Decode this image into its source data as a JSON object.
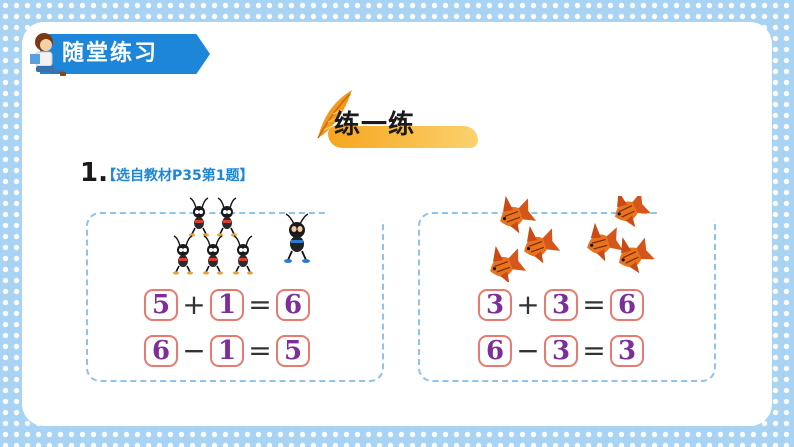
{
  "header": {
    "title": "随堂练习"
  },
  "section": {
    "heading": "练一练"
  },
  "question": {
    "number": "1.",
    "source": "【选自教材P35第1题】"
  },
  "panels": [
    {
      "picture": "ants",
      "equations": [
        {
          "a": "5",
          "op": "+",
          "b": "1",
          "eq": "=",
          "c": "6"
        },
        {
          "a": "6",
          "op": "−",
          "b": "1",
          "eq": "=",
          "c": "5"
        }
      ]
    },
    {
      "picture": "fish",
      "equations": [
        {
          "a": "3",
          "op": "+",
          "b": "3",
          "eq": "=",
          "c": "6"
        },
        {
          "a": "6",
          "op": "−",
          "b": "3",
          "eq": "=",
          "c": "3"
        }
      ]
    }
  ],
  "colors": {
    "frame": "#a9d3f3",
    "banner": "#1e86d8",
    "answer_box_border": "#e87a6f",
    "answer_digit": "#7c2e99",
    "swoosh": "#f6a51c",
    "source_text": "#1e86d8"
  },
  "icons": [
    "kid-reading-icon",
    "feather-icon",
    "ant-icon",
    "fish-icon"
  ]
}
